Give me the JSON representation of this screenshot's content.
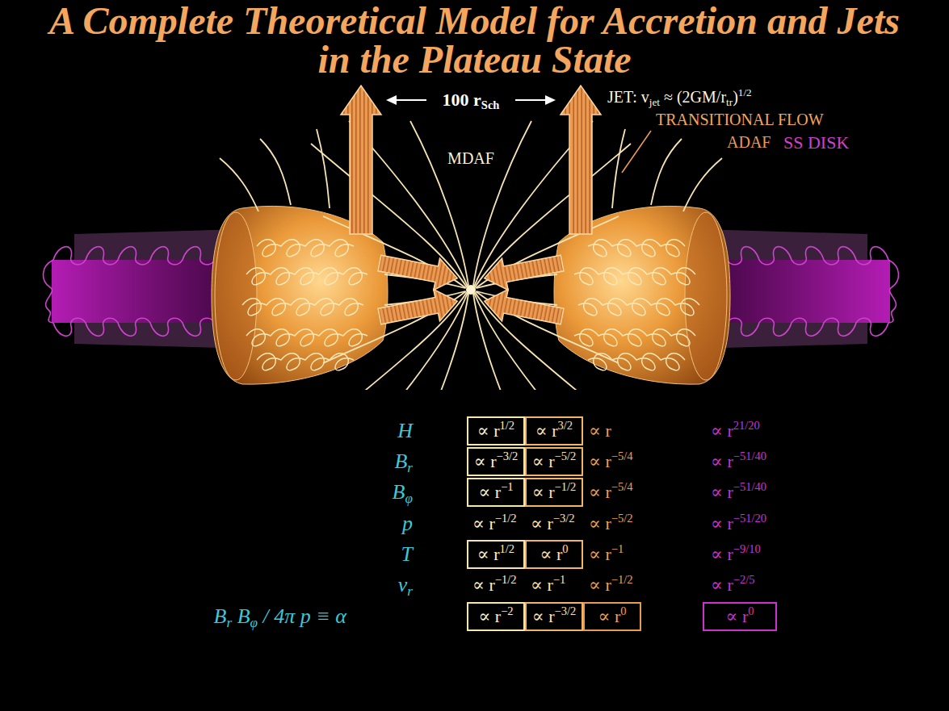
{
  "diagram": {
    "title": "A Complete Theoretical Model for Accretion and Jets in the Plateau State",
    "nodes": [
      {
        "text": [
          "∝ r1/2"
        ]
      },
      {
        "text": [
          "∝ r3/2"
        ]
      },
      {
        "text": [
          "∝ r−3/2"
        ]
      },
      {
        "text": [
          "∝ r−5/2"
        ]
      },
      {
        "text": [
          "∝ r−1"
        ]
      },
      {
        "text": [
          "∝ r−1/2"
        ]
      },
      {
        "text": [
          "∝ r1/2"
        ]
      },
      {
        "text": [
          "∝ r0"
        ]
      },
      {
        "text": [
          "∝ r−2"
        ]
      },
      {
        "text": [
          "∝ r−3/2"
        ]
      },
      {
        "text": [
          "∝ r0"
        ]
      },
      {
        "text": [
          "∝ r0"
        ]
      }
    ],
    "labels": [
      "100 rSch",
      "JET: vjet ≈ (2GM/rtr)1/2",
      "TRANSITIONAL FLOW",
      "ADAF",
      "SS DISK",
      "MDAF",
      "H",
      "∝ r",
      "∝ r21/20",
      "Br",
      "∝ r−5/4",
      "∝ r−51/40",
      "Bφ",
      "∝ r−5/4",
      "∝ r−51/40",
      "p",
      "∝ r−1/2",
      "∝ r−3/2",
      "∝ r−5/2",
      "∝ r−51/20",
      "T",
      "∝ r−1",
      "∝ r−9/10",
      "vr",
      "∝ r−1/2",
      "∝ r−1",
      "∝ r−1/2",
      "∝ r−2/5",
      "Br Bφ / 4π p ≡ α"
    ]
  }
}
